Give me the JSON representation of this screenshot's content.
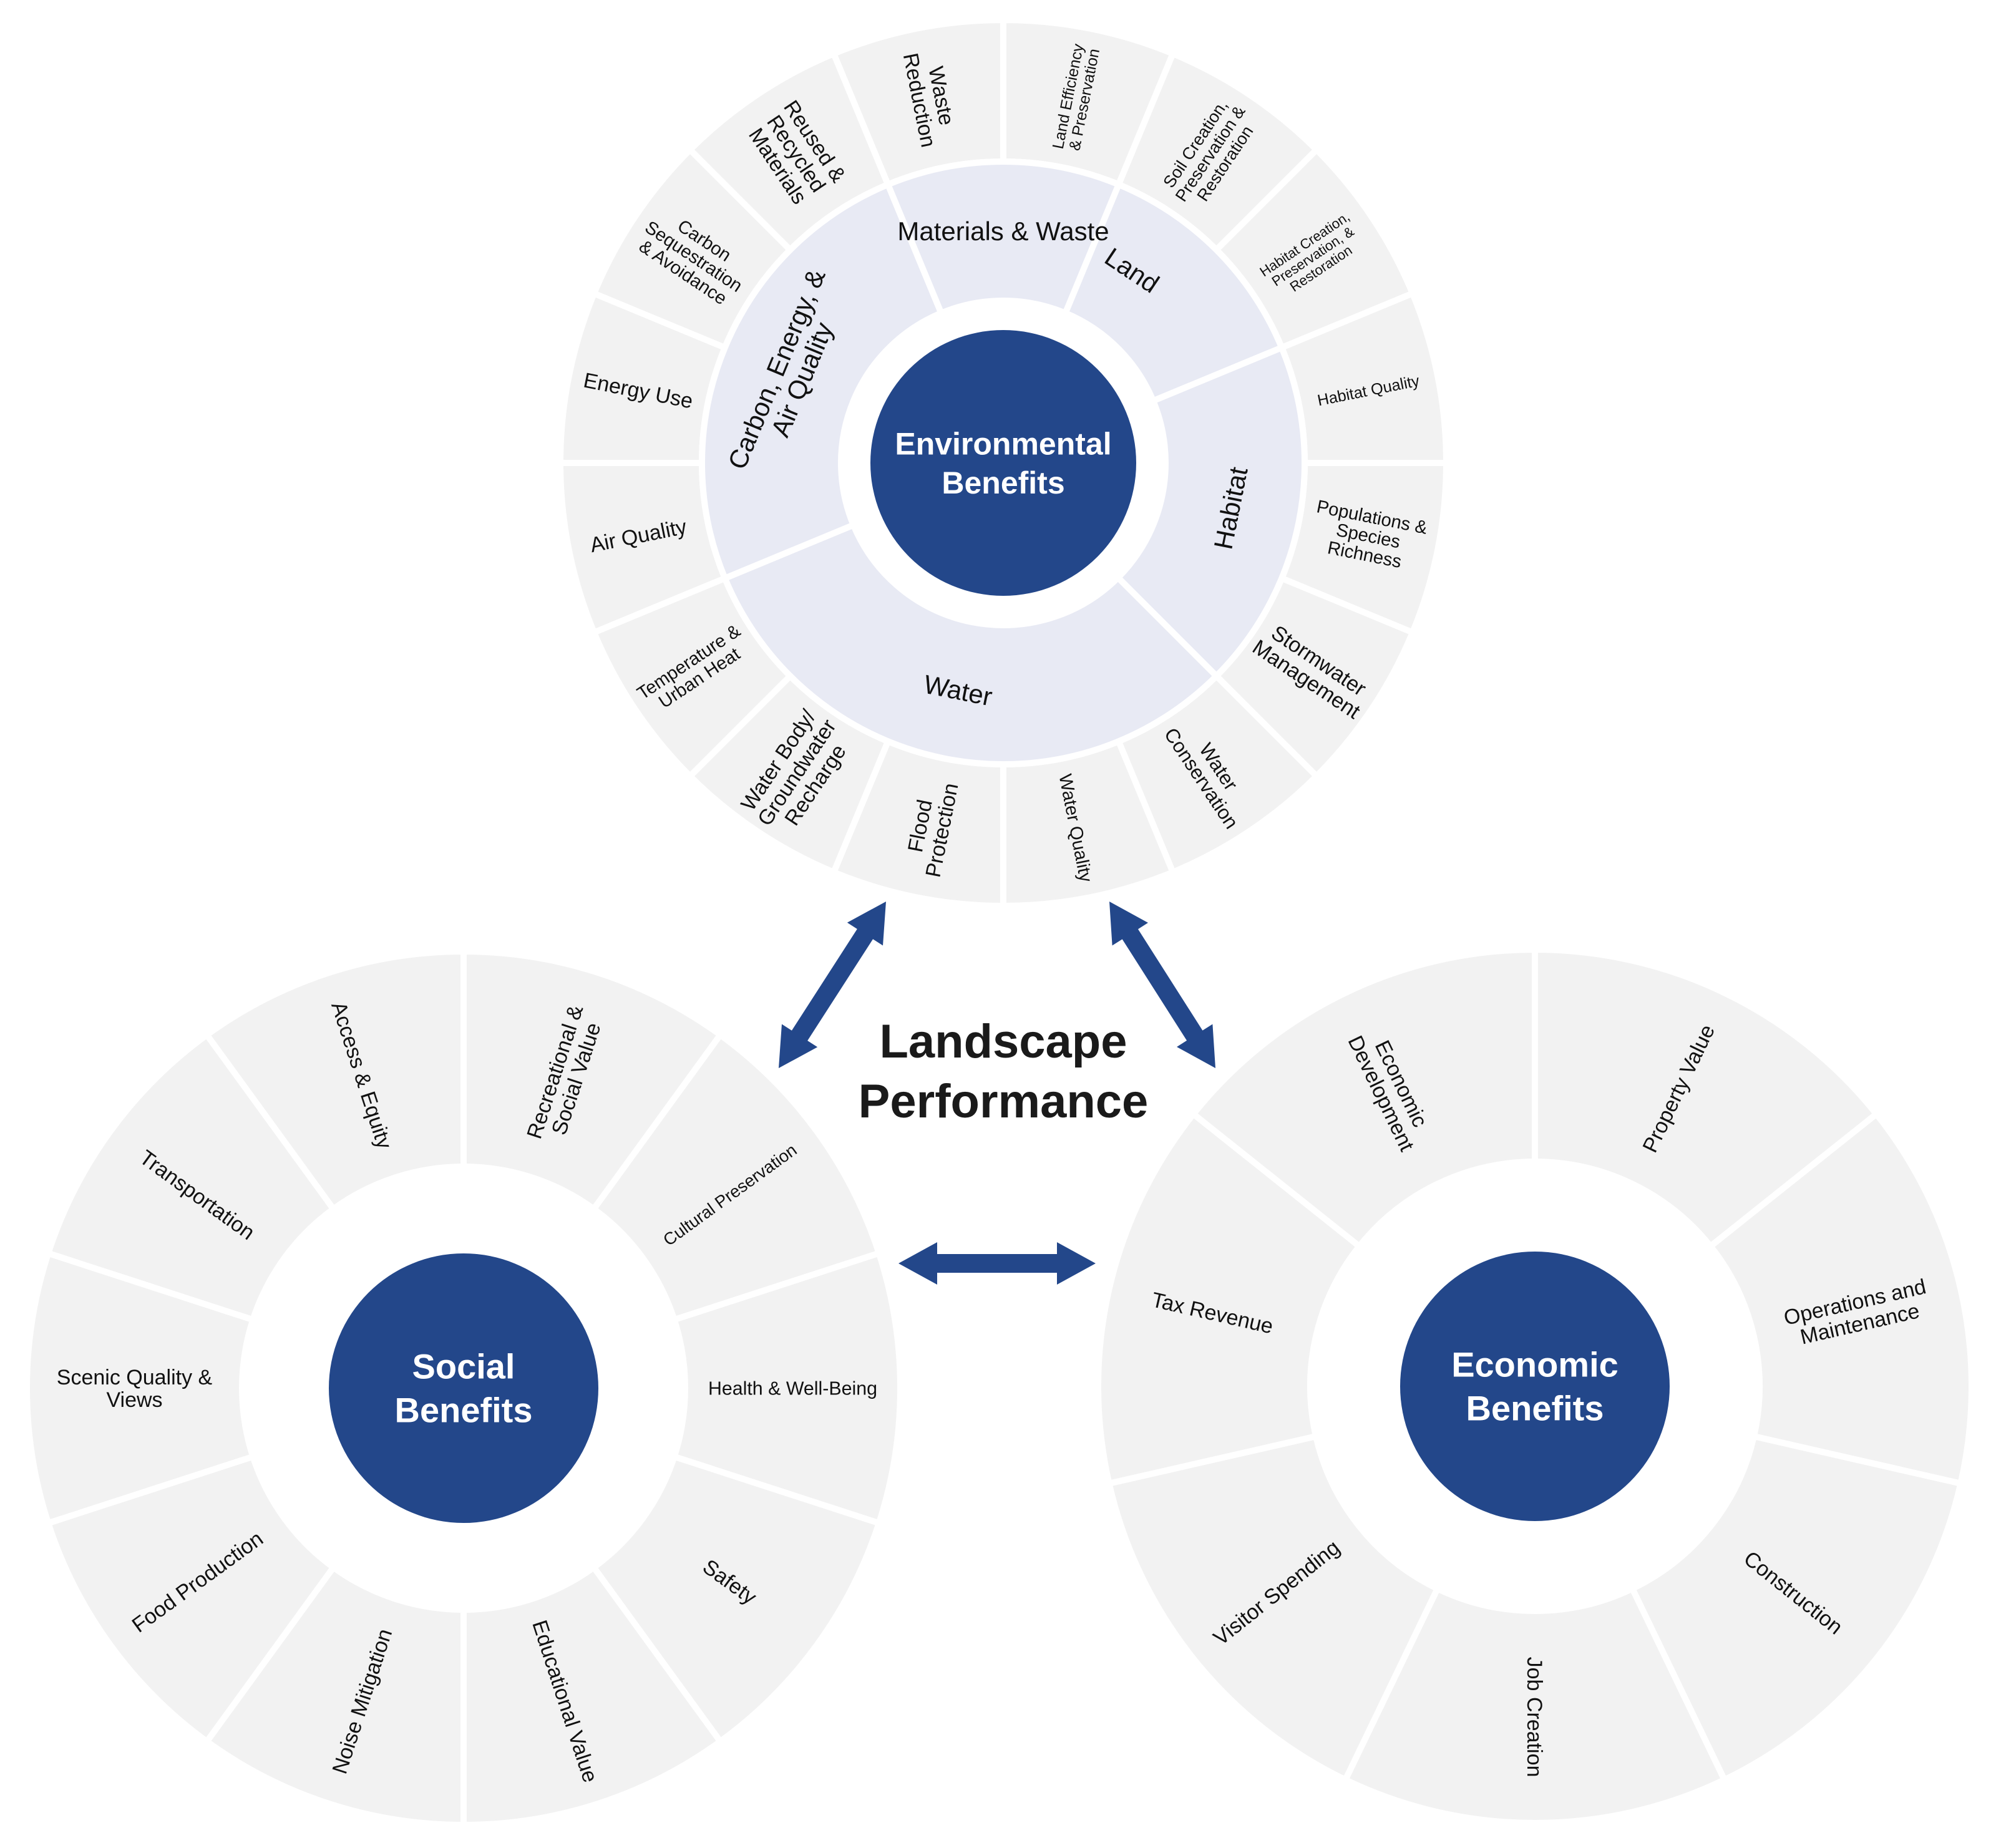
{
  "title": [
    "Landscape",
    "Performance"
  ],
  "colors": {
    "hub": "#23478a",
    "arrow": "#23478a",
    "outer_ring": "#f2f2f2",
    "inner_ring": "#e8eaf4",
    "separator": "#ffffff",
    "text": "#111111"
  },
  "wheels": {
    "environmental": {
      "hub_label": [
        "Environmental",
        "Benefits"
      ],
      "categories": [
        {
          "label": [
            "Land"
          ],
          "span": 3
        },
        {
          "label": [
            "Habitat"
          ],
          "span": 3
        },
        {
          "label": [
            "Water"
          ],
          "span": 5
        },
        {
          "label": [
            "Carbon, Energy, &",
            "Air Quality"
          ],
          "span": 4
        },
        {
          "label": [
            "Materials & Waste"
          ],
          "span": 2
        }
      ],
      "segments": [
        [
          "Land Efficiency",
          "& Preservation"
        ],
        [
          "Soil Creation,",
          "Preservation &",
          "Restoration"
        ],
        [
          "Habitat Creation,",
          "Preservation, &",
          "Restoration"
        ],
        [
          "Habitat Quality"
        ],
        [
          "Populations &",
          "Species",
          "Richness"
        ],
        [
          "Stormwater",
          "Management"
        ],
        [
          "Water",
          "Conservation"
        ],
        [
          "Water Quality"
        ],
        [
          "Flood",
          "Protection"
        ],
        [
          "Water Body/",
          "Groundwater",
          "Recharge"
        ],
        [
          "Temperature &",
          "Urban Heat"
        ],
        [
          "Air Quality"
        ],
        [
          "Energy Use"
        ],
        [
          "Carbon",
          "Sequestration",
          "& Avoidance"
        ],
        [
          "Reused &",
          "Recycled",
          "Materials"
        ],
        [
          "Waste",
          "Reduction"
        ]
      ]
    },
    "social": {
      "hub_label": [
        "Social",
        "Benefits"
      ],
      "segments": [
        [
          "Recreational &",
          "Social Value"
        ],
        [
          "Cultural Preservation"
        ],
        [
          "Health & Well-Being"
        ],
        [
          "Safety"
        ],
        [
          "Educational Value"
        ],
        [
          "Noise Mitigation"
        ],
        [
          "Food Production"
        ],
        [
          "Scenic Quality &",
          "Views"
        ],
        [
          "Transportation"
        ],
        [
          "Access & Equity"
        ]
      ]
    },
    "economic": {
      "hub_label": [
        "Economic",
        "Benefits"
      ],
      "segments": [
        [
          "Property Value"
        ],
        [
          "Operations and",
          "Maintenance"
        ],
        [
          "Construction"
        ],
        [
          "Job Creation"
        ],
        [
          "Visitor Spending"
        ],
        [
          "Tax Revenue"
        ],
        [
          "Economic",
          "Development"
        ]
      ]
    }
  }
}
